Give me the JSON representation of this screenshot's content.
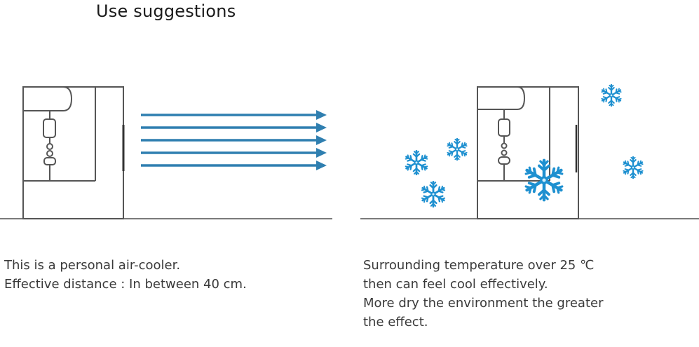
{
  "title": "Use suggestions",
  "left_panel": {
    "diagram": "personal air-cooler with airflow arrows",
    "arrow_count": 5,
    "arrow_color": "#2f8fc4",
    "lines": [
      "This is a personal air-cooler.",
      "Effective distance : In between 40 cm."
    ]
  },
  "right_panel": {
    "diagram": "air-cooler surrounded by snowflakes",
    "snowflake_color": "#1e90d0",
    "lines": [
      "Surrounding temperature over 25 ℃",
      "then can feel cool effectively.",
      "More dry the environment the greater",
      "the effect."
    ]
  },
  "colors": {
    "line": "#555555",
    "text": "#3a3a3a",
    "accent": "#1e90d0"
  }
}
